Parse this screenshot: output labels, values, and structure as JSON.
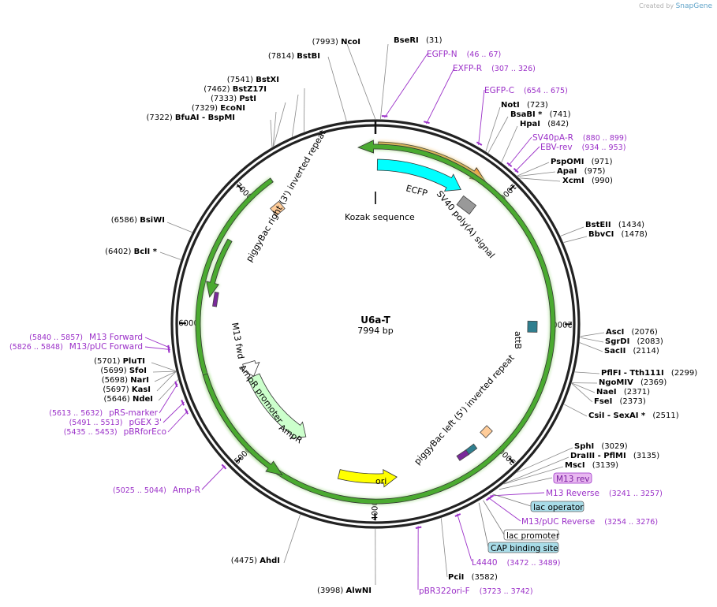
{
  "credit": {
    "prefix": "Created by",
    "brand": "SnapGene"
  },
  "plasmid": {
    "name": "U6a-T",
    "size_label": "7994 bp",
    "length": 7994
  },
  "ticks": [
    "1000",
    "2000",
    "3000",
    "4000",
    "5000",
    "6000",
    "7000"
  ],
  "features": [
    {
      "id": "ecfp",
      "label": "ECFP",
      "color": "#00ffff"
    },
    {
      "id": "sv40",
      "label": "SV40 poly(A) signal",
      "color": "#999999"
    },
    {
      "id": "kozak",
      "label": "Kozak sequence",
      "color": "#333333"
    },
    {
      "id": "pbright",
      "label": "piggyBac right (3') inverted repeat",
      "color": "#ffcc99"
    },
    {
      "id": "m13fwd",
      "label": "M13 fwd",
      "color": "#7a2a9a"
    },
    {
      "id": "amprprom",
      "label": "AmpR promoter",
      "color": "#ffffff"
    },
    {
      "id": "ampr",
      "label": "AmpR",
      "color": "#ccffcc"
    },
    {
      "id": "ori",
      "label": "ori",
      "color": "#ffff00"
    },
    {
      "id": "attb",
      "label": "attB",
      "color": "#2f7f8f"
    },
    {
      "id": "pbleft",
      "label": "piggyBac left (5') inverted repeat",
      "color": "#ffcc99"
    }
  ],
  "left_sites": [
    {
      "pos": "(7993)",
      "name": "NcoI"
    },
    {
      "pos": "(7814)",
      "name": "BstBI"
    },
    {
      "pos": "(7541)",
      "name": "BstXI"
    },
    {
      "pos": "(7462)",
      "name": "BstZ17I"
    },
    {
      "pos": "(7333)",
      "name": "PstI"
    },
    {
      "pos": "(7329)",
      "name": "EcoNI"
    },
    {
      "pos": "(7322)",
      "name": "BfuAI - BspMI"
    },
    {
      "pos": "(6586)",
      "name": "BsiWI"
    },
    {
      "pos": "(6402)",
      "name": "BclI *"
    },
    {
      "pos": "(5701)",
      "name": "PluTI"
    },
    {
      "pos": "(5699)",
      "name": "SfoI"
    },
    {
      "pos": "(5698)",
      "name": "NarI"
    },
    {
      "pos": "(5697)",
      "name": "KasI"
    },
    {
      "pos": "(5646)",
      "name": "NdeI"
    },
    {
      "pos": "(4475)",
      "name": "AhdI"
    },
    {
      "pos": "(3998)",
      "name": "AlwNI"
    }
  ],
  "right_sites": [
    {
      "name": "BseRI",
      "pos": "(31)"
    },
    {
      "name": "NotI",
      "pos": "(723)"
    },
    {
      "name": "BsaBI *",
      "pos": "(741)"
    },
    {
      "name": "HpaI",
      "pos": "(842)"
    },
    {
      "name": "PspOMI",
      "pos": "(971)"
    },
    {
      "name": "ApaI",
      "pos": "(975)"
    },
    {
      "name": "XcmI",
      "pos": "(990)"
    },
    {
      "name": "BstEII",
      "pos": "(1434)"
    },
    {
      "name": "BbvCI",
      "pos": "(1478)"
    },
    {
      "name": "AscI",
      "pos": "(2076)"
    },
    {
      "name": "SgrDI",
      "pos": "(2083)"
    },
    {
      "name": "SacII",
      "pos": "(2114)"
    },
    {
      "name": "PflFI - Tth111I",
      "pos": "(2299)"
    },
    {
      "name": "NgoMIV",
      "pos": "(2369)"
    },
    {
      "name": "NaeI",
      "pos": "(2371)"
    },
    {
      "name": "FseI",
      "pos": "(2373)"
    },
    {
      "name": "CsiI - SexAI *",
      "pos": "(2511)"
    },
    {
      "name": "SphI",
      "pos": "(3029)"
    },
    {
      "name": "DraIII - PflMI",
      "pos": "(3135)"
    },
    {
      "name": "MscI",
      "pos": "(3139)"
    },
    {
      "name": "PciI",
      "pos": "(3582)"
    }
  ],
  "primers_right": [
    {
      "name": "EGFP-N",
      "pos": "(46 .. 67)"
    },
    {
      "name": "EXFP-R",
      "pos": "(307 .. 326)"
    },
    {
      "name": "EGFP-C",
      "pos": "(654 .. 675)"
    },
    {
      "name": "SV40pA-R",
      "pos": "(880 .. 899)"
    },
    {
      "name": "EBV-rev",
      "pos": "(934 .. 953)"
    },
    {
      "name": "M13 Reverse",
      "pos": "(3241 .. 3257)"
    },
    {
      "name": "M13/pUC Reverse",
      "pos": "(3254 .. 3276)"
    },
    {
      "name": "L4440",
      "pos": "(3472 .. 3489)"
    },
    {
      "name": "pBR322ori-F",
      "pos": "(3723 .. 3742)"
    }
  ],
  "primers_left": [
    {
      "pos": "(5840 .. 5857)",
      "name": "M13 Forward"
    },
    {
      "pos": "(5826 .. 5848)",
      "name": "M13/pUC Forward"
    },
    {
      "pos": "(5613 .. 5632)",
      "name": "pRS-marker"
    },
    {
      "pos": "(5491 .. 5513)",
      "name": "pGEX 3'"
    },
    {
      "pos": "(5435 .. 5453)",
      "name": "pBRforEco"
    },
    {
      "pos": "(5025 .. 5044)",
      "name": "Amp-R"
    }
  ],
  "boxed": [
    {
      "name": "M13 rev",
      "bg": "#e8b8f0",
      "fg": "#7a1fa0"
    },
    {
      "name": "lac operator",
      "bg": "#a8dce8",
      "fg": "#000000"
    },
    {
      "name": "lac promoter",
      "bg": "#ffffff",
      "fg": "#000000"
    },
    {
      "name": "CAP binding site",
      "bg": "#a8dce8",
      "fg": "#000000"
    }
  ],
  "colors": {
    "primer": "#9b30c8",
    "site": "#000000",
    "pos": "#000000",
    "tick_line": "#888888"
  }
}
